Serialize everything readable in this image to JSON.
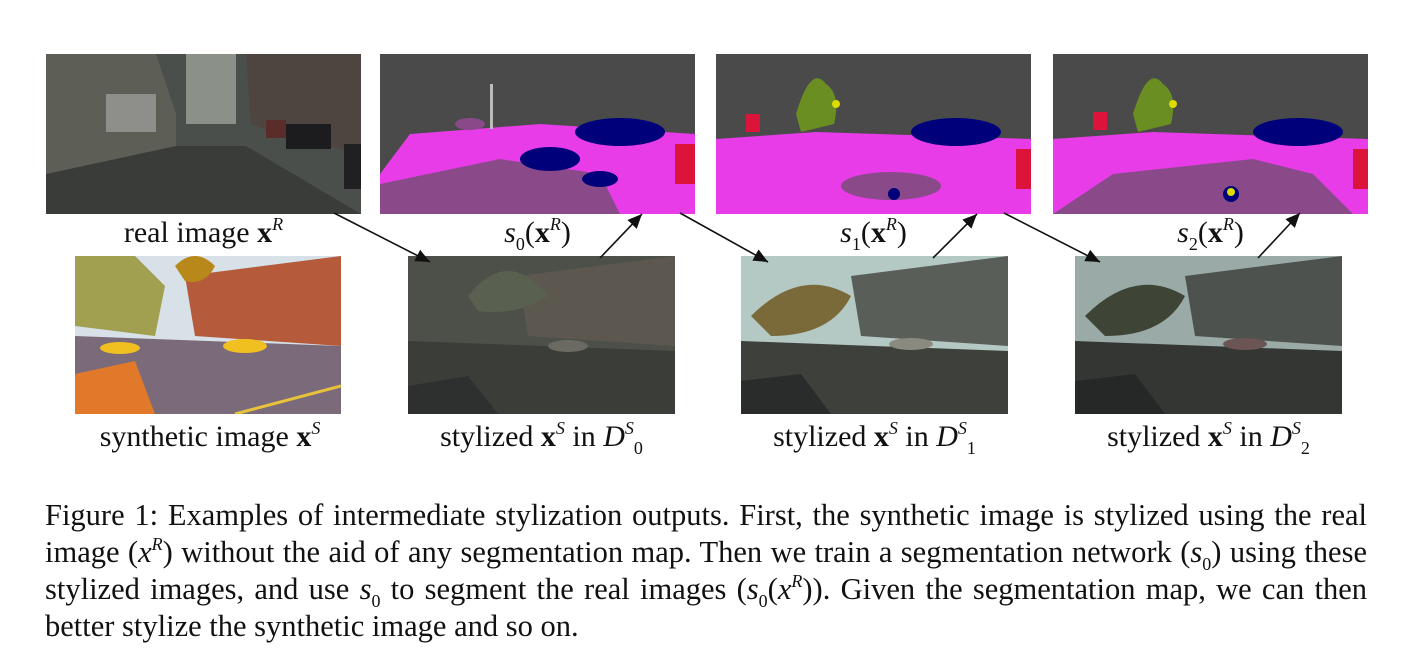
{
  "figure": {
    "labels": {
      "real": {
        "text": "real image ",
        "var": "x",
        "sup": "R"
      },
      "s0": {
        "fn": "s",
        "sub": "0",
        "arg": "x",
        "sup": "R"
      },
      "s1": {
        "fn": "s",
        "sub": "1",
        "arg": "x",
        "sup": "R"
      },
      "s2": {
        "fn": "s",
        "sub": "2",
        "arg": "x",
        "sup": "R"
      },
      "synthetic": {
        "text": "synthetic image ",
        "var": "x",
        "sup": "S"
      },
      "styl0": {
        "text": "stylized ",
        "var": "x",
        "sup": "S",
        "in": " in ",
        "set": "D",
        "setsup": "S",
        "setsub": "0"
      },
      "styl1": {
        "text": "stylized ",
        "var": "x",
        "sup": "S",
        "in": " in ",
        "set": "D",
        "setsup": "S",
        "setsub": "1"
      },
      "styl2": {
        "text": "stylized ",
        "var": "x",
        "sup": "S",
        "in": " in ",
        "set": "D",
        "setsup": "S",
        "setsub": "2"
      }
    },
    "colors": {
      "road_magenta": "#e83ce8",
      "sky_gray": "#4a4a4a",
      "car_navy": "#00007a",
      "vegetation_green": "#6b8e23",
      "person_red": "#dc143c",
      "sidewalk_purple": "#8a4a8a",
      "sign_yellow": "#dcdc00",
      "sky_blue": "#4682b4"
    }
  },
  "caption": {
    "p1": "Figure 1: Examples of intermediate stylization outputs. First, the synthetic image is stylized using the real image (",
    "x1": "x",
    "x1sup": "R",
    "p2": ") without the aid of any segmentation map. Then we train a segmentation network (",
    "s0a": "s",
    "s0asub": "0",
    "p3": ") using these stylized images, and use ",
    "s0b": "s",
    "s0bsub": "0",
    "p4": " to segment the real images (",
    "s0c": "s",
    "s0csub": "0",
    "p5": "(",
    "x2": "x",
    "x2sup": "R",
    "p6": ")). Given the segmentation map, we can then better stylize the synthetic image and so on."
  }
}
